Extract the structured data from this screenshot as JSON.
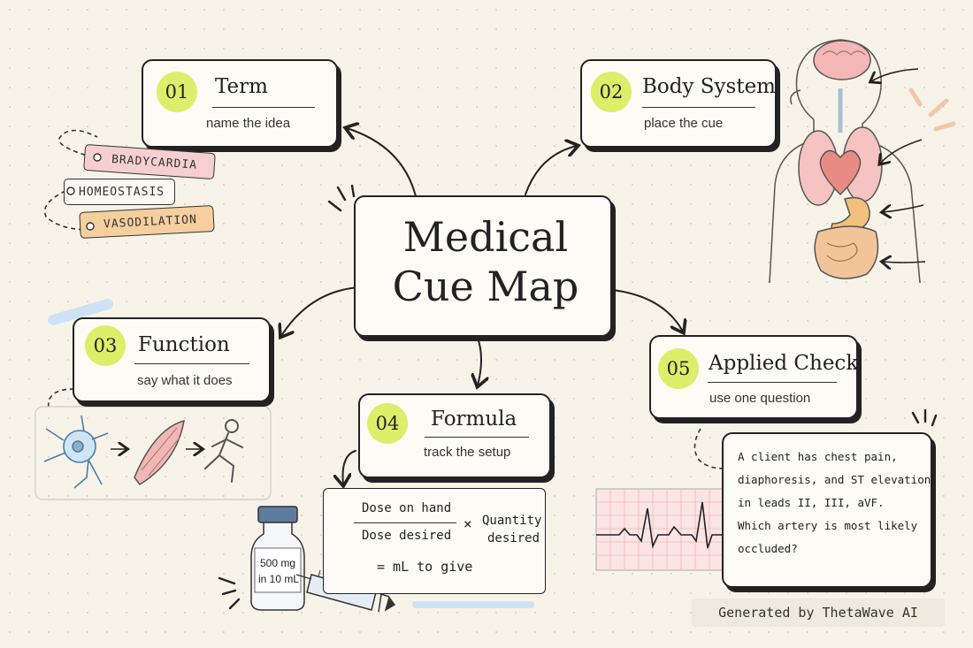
{
  "center": {
    "line1": "Medical",
    "line2": "Cue Map"
  },
  "cards": [
    {
      "num": "01",
      "title": "Term",
      "sub": "name the idea"
    },
    {
      "num": "02",
      "title": "Body System",
      "sub": "place the cue"
    },
    {
      "num": "03",
      "title": "Function",
      "sub": "say what it does"
    },
    {
      "num": "04",
      "title": "Formula",
      "sub": "track the setup"
    },
    {
      "num": "05",
      "title": "Applied Check",
      "sub": "use one question"
    }
  ],
  "tags": [
    "BRADYCARDIA",
    "HOMEOSTASIS",
    "VASODILATION"
  ],
  "formula": {
    "numerator": "Dose on hand",
    "denominator": "Dose desired",
    "times": "×",
    "quantity_line1": "Quantity",
    "quantity_line2": "desired",
    "result": "= mL to give"
  },
  "vial": {
    "line1": "500 mg",
    "line2": "in 10 mL"
  },
  "question": {
    "lines": [
      "A client has chest pain,",
      "diaphoresis, and ST elevation",
      "in leads II, III, aVF.",
      "Which artery is most likely",
      "occluded?"
    ]
  },
  "footer": "Generated by ThetaWave AI",
  "colors": {
    "accent_lime": "#dcef6a",
    "tag_pink": "#f6cfd0",
    "tag_orange": "#f6cf9f",
    "ecg_pink": "#fbe4e4",
    "ink": "#222222"
  }
}
